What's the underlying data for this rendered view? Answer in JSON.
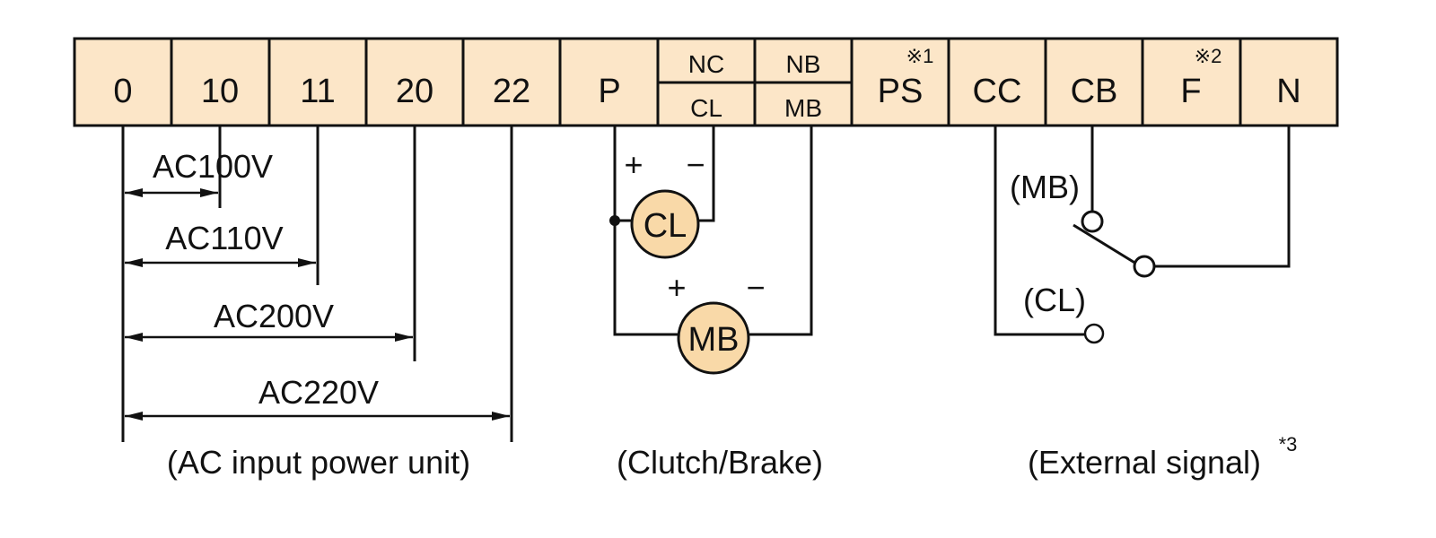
{
  "colors": {
    "terminal_fill": "#fce6c8",
    "coil_fill": "#f9d9a8",
    "line": "#111111",
    "background": "#ffffff"
  },
  "terminals": {
    "t0": "0",
    "t10": "10",
    "t11": "11",
    "t20": "20",
    "t22": "22",
    "p": "P",
    "nc": "NC",
    "cl": "CL",
    "nb": "NB",
    "mb": "MB",
    "ps": "PS",
    "ps_note": "※1",
    "cc": "CC",
    "cb": "CB",
    "f": "F",
    "f_note": "※2",
    "n": "N"
  },
  "voltages": [
    "AC100V",
    "AC110V",
    "AC200V",
    "AC220V"
  ],
  "clutch_brake": {
    "plus": "+",
    "minus": "−",
    "cl_coil": "CL",
    "mb_coil": "MB"
  },
  "external": {
    "mb_contact": "(MB)",
    "cl_contact": "(CL)"
  },
  "captions": {
    "power": "(AC input power unit)",
    "clutch": "(Clutch/Brake)",
    "external": "(External signal)",
    "external_note": "*3"
  }
}
